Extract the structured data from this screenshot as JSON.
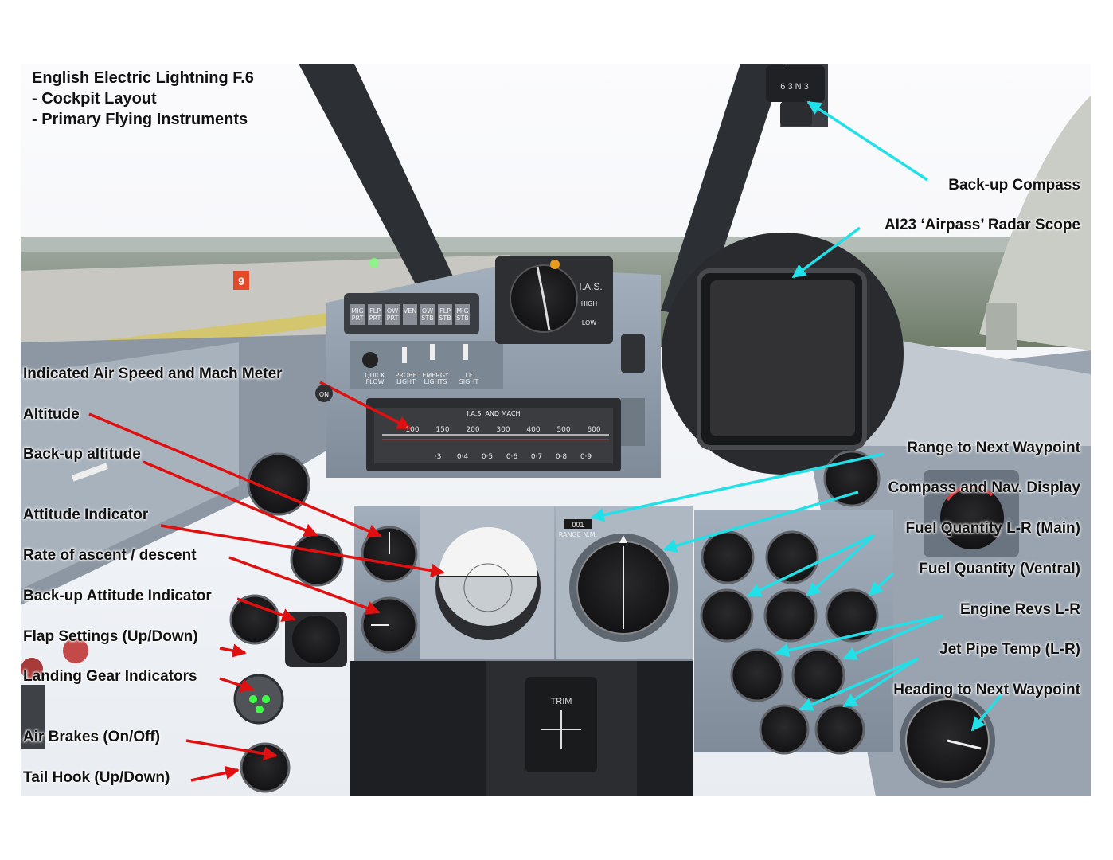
{
  "title_lines": [
    "English Electric Lightning F.6",
    "- Cockpit Layout",
    "- Primary Flying Instruments"
  ],
  "left_labels": [
    "Indicated Air Speed and Mach Meter",
    "Altitude",
    "Back-up altitude",
    "Attitude Indicator",
    "Rate of ascent / descent",
    "Back-up Attitude Indicator",
    "Flap Settings (Up/Down)",
    "Landing Gear Indicators",
    "Air Brakes (On/Off)",
    "Tail Hook (Up/Down)"
  ],
  "right_labels": [
    "Back-up Compass",
    "AI23 ‘Airpass’ Radar Scope",
    "Range to Next Waypoint",
    "Compass and Nav. Display",
    "Fuel Quantity L-R (Main)",
    "Fuel Quantity (Ventral)",
    "Engine Revs L-R",
    "Jet Pipe Temp (L-R)",
    "Heading to Next Waypoint"
  ],
  "panel_texts": {
    "ias_header": "I.A.S.",
    "ias_high": "HIGH",
    "ias_low": "LOW",
    "mach_header": "I.A.S. AND MACH",
    "ias_ticks": [
      "100",
      "150",
      "200",
      "300",
      "400",
      "500",
      "600"
    ],
    "mach_ticks": [
      "·3",
      "0·4",
      "0·5",
      "0·6",
      "0·7",
      "0·8",
      "0·9"
    ],
    "warning_lights": [
      "MIG PRT",
      "FLP PRT",
      "OW PRT",
      "VEN",
      "OW STB",
      "FLP STB",
      "MIG STB"
    ],
    "switch_labels": [
      "QUICK FLOW",
      "PROBE LIGHT",
      "EMERGY LIGHTS",
      "LF SIGHT"
    ],
    "range_counter": "001",
    "range_label": "RANGE N.M.",
    "trim_label": "TRIM",
    "runway_marker": "9",
    "on_button": "ON",
    "compass_digits": "6 3 N 3"
  },
  "colors": {
    "red_arrow": "#e01010",
    "cyan_arrow": "#22e0e8",
    "panel": "#8e9aa8",
    "gauge_face": "#1c1c1e"
  }
}
